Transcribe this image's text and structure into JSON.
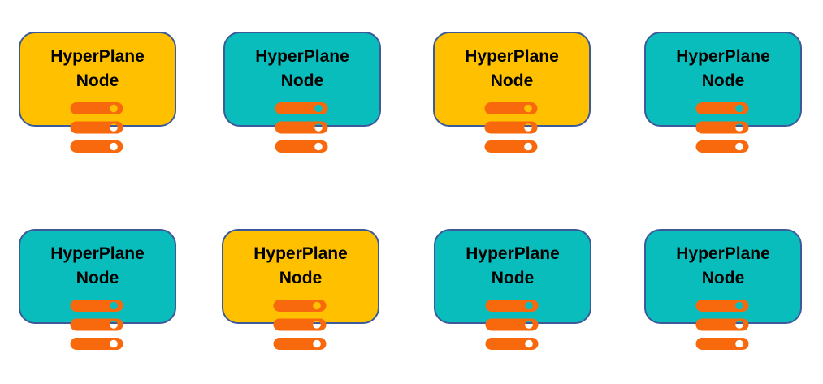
{
  "diagram": {
    "colors": {
      "gold": "#FFC000",
      "teal": "#0ABDBD",
      "outline": "#3C5A9A",
      "server_orange": "#F8690D",
      "background": "#FFFFFF",
      "label_text": "#000000"
    },
    "icon": {
      "name": "server-stack-icon",
      "bars": 3
    },
    "nodes": [
      {
        "label": "HyperPlane\nNode",
        "color": "gold",
        "row": 0,
        "col": 0
      },
      {
        "label": "HyperPlane\nNode",
        "color": "teal",
        "row": 0,
        "col": 1
      },
      {
        "label": "HyperPlane\nNode",
        "color": "gold",
        "row": 0,
        "col": 2
      },
      {
        "label": "HyperPlane\nNode",
        "color": "teal",
        "row": 0,
        "col": 3
      },
      {
        "label": "HyperPlane\nNode",
        "color": "teal",
        "row": 1,
        "col": 0
      },
      {
        "label": "HyperPlane\nNode",
        "color": "gold",
        "row": 1,
        "col": 1
      },
      {
        "label": "HyperPlane\nNode",
        "color": "teal",
        "row": 1,
        "col": 2
      },
      {
        "label": "HyperPlane\nNode",
        "color": "teal",
        "row": 1,
        "col": 3
      }
    ]
  }
}
